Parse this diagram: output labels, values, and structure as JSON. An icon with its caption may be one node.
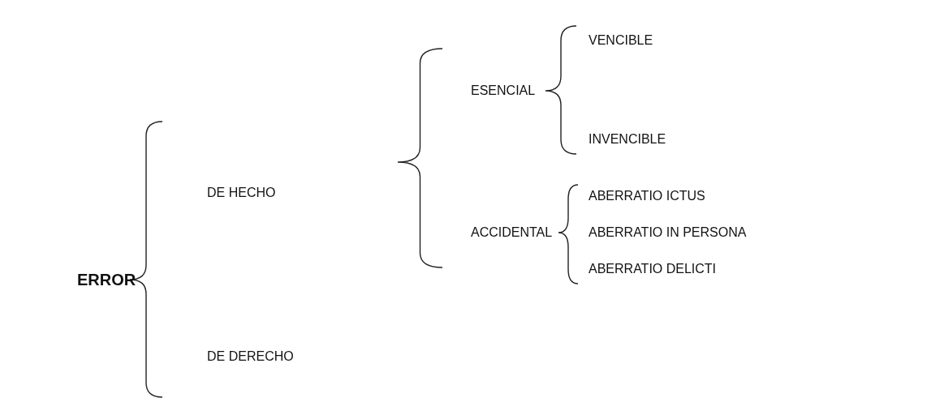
{
  "diagram": {
    "labels": [
      "VENCIBLE",
      "ESENCIAL",
      "INVENCIBLE",
      "DE HECHO",
      "ABERRATIO ICTUS",
      "ACCIDENTAL",
      "ABERRATIO IN PERSONA",
      "ABERRATIO DELICTI",
      "ERROR",
      "DE DERECHO"
    ]
  }
}
